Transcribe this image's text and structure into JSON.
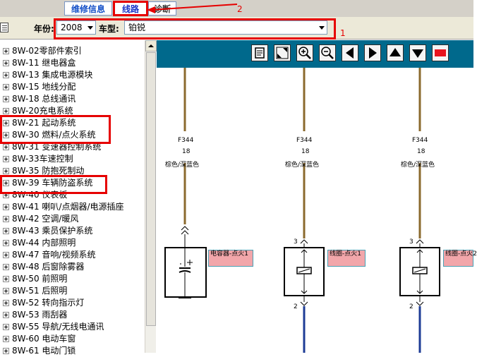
{
  "tabs": [
    {
      "label": "维修信息"
    },
    {
      "label": "线路"
    },
    {
      "label": "诊断"
    }
  ],
  "filter": {
    "year_label": "年份:",
    "year_value": "2008",
    "model_label": "车型:",
    "model_value": "铂锐"
  },
  "tree_items": [
    {
      "label": "8W-02零部件索引"
    },
    {
      "label": "8W-11 继电器盒"
    },
    {
      "label": "8W-13 集成电源模块"
    },
    {
      "label": "8W-15 地线分配"
    },
    {
      "label": "8W-18 总线通讯"
    },
    {
      "label": "8W-20充电系统"
    },
    {
      "label": "8W-21 起动系统"
    },
    {
      "label": "8W-30 燃料/点火系统"
    },
    {
      "label": "8W-31 变速器控制系统"
    },
    {
      "label": "8W-33车速控制"
    },
    {
      "label": "8W-35 防抱死制动"
    },
    {
      "label": "8W-39 车辆防盗系统"
    },
    {
      "label": "8W-40 仪表板"
    },
    {
      "label": "8W-41 喇叭/点烟器/电源插座"
    },
    {
      "label": "8W-42 空调/暖风"
    },
    {
      "label": "8W-43 乘员保护系统"
    },
    {
      "label": "8W-44 内部照明"
    },
    {
      "label": "8W-47 音响/视频系统"
    },
    {
      "label": "8W-48 后窗除雾器"
    },
    {
      "label": "8W-50 前照明"
    },
    {
      "label": "8W-51 后照明"
    },
    {
      "label": "8W-52 转向指示灯"
    },
    {
      "label": "8W-53 雨刮器"
    },
    {
      "label": "8W-55 导航/无线电通讯"
    },
    {
      "label": "8W-60 电动车窗"
    },
    {
      "label": "8W-61 电动门锁"
    }
  ],
  "toolbar": {
    "buttons": [
      {
        "icon": "print-icon"
      },
      {
        "icon": "fit-window-icon"
      },
      {
        "icon": "zoom-in-icon"
      },
      {
        "icon": "zoom-out-icon"
      },
      {
        "icon": "arrow-left-icon"
      },
      {
        "icon": "arrow-right-icon"
      },
      {
        "icon": "arrow-up-icon"
      },
      {
        "icon": "arrow-down-icon"
      },
      {
        "icon": "stop-icon"
      }
    ]
  },
  "diagram": {
    "wires": [
      {
        "code": "F344",
        "gauge": "18",
        "color_label": "棕色/深蓝色",
        "pin_top": "",
        "pin_bottom": "",
        "component_label": "电容器-点火1"
      },
      {
        "code": "F344",
        "gauge": "18",
        "color_label": "棕色/深蓝色",
        "pin_top": "3",
        "pin_bottom": "2",
        "component_label": "线圈-点火1"
      },
      {
        "code": "F344",
        "gauge": "18",
        "color_label": "棕色/深蓝色",
        "pin_top": "3",
        "pin_bottom": "2",
        "component_label": "线圈-点火2"
      }
    ]
  },
  "annotations": {
    "marker_1": "1",
    "marker_2": "2"
  },
  "colors": {
    "toolbar_bg": "#00698c",
    "wire_brown": "#8b6a2e",
    "wire_blue": "#1e3c96",
    "annotation_red": "#e60000",
    "label_pink": "#f2a6aa"
  }
}
